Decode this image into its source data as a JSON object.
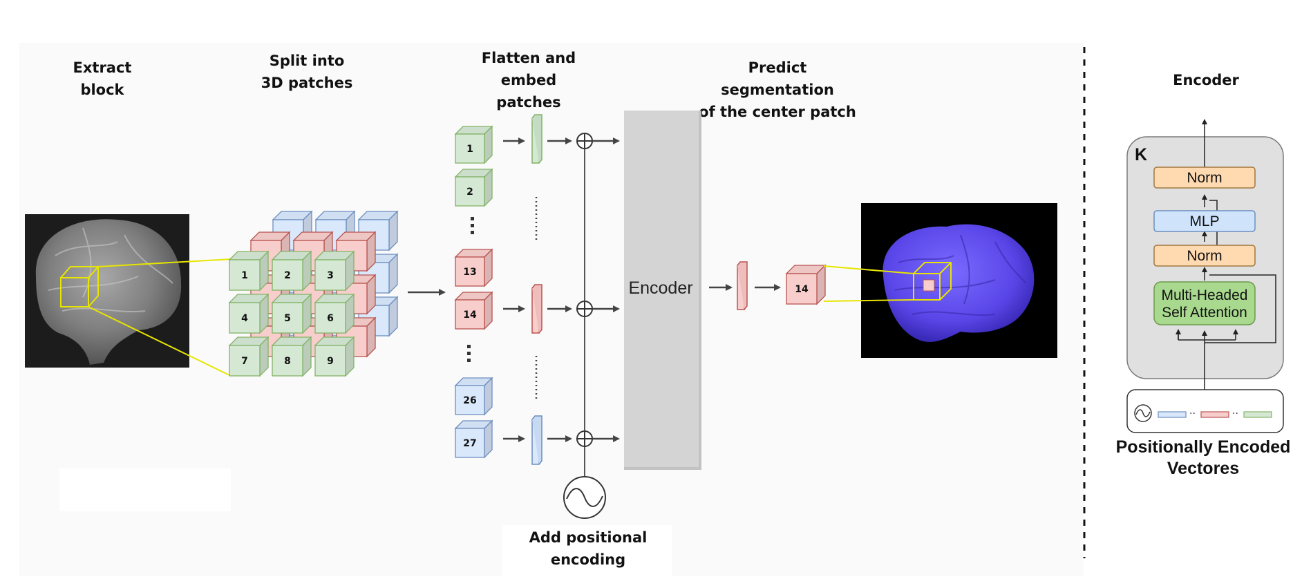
{
  "captions": {
    "extract": [
      "Extract",
      "block"
    ],
    "split": [
      "Split into",
      "3D patches"
    ],
    "flatten": [
      "Flatten and",
      "embed patches"
    ],
    "predict": [
      "Predict segmentation",
      "of the center patch"
    ],
    "positional": [
      "Add positional",
      "encoding"
    ],
    "encoder_title": "Encoder",
    "pos_vectors": [
      "Positionally Encoded",
      "Vectores"
    ]
  },
  "grid_labels": [
    "1",
    "2",
    "3",
    "4",
    "5",
    "6",
    "7",
    "8",
    "9"
  ],
  "patch_labels": {
    "p1": "1",
    "p2": "2",
    "p13": "13",
    "p14": "14",
    "p26": "26",
    "p27": "27"
  },
  "output_patch_label": "14",
  "encoder_box_label": "Encoder",
  "encoder_block": {
    "repeat_label": "K",
    "norm_top": "Norm",
    "mlp": "MLP",
    "norm_bottom": "Norm",
    "attention": [
      "Multi-Headed",
      "Self Attention"
    ]
  },
  "colors": {
    "green_fill": "#d5e8d4",
    "green_stroke": "#82b366",
    "red_fill": "#f8cecc",
    "red_stroke": "#b85450",
    "blue_fill": "#dae8fc",
    "blue_stroke": "#6c8ebf",
    "orange_fill": "#ffe6cc",
    "orange_stroke": "#d79b00",
    "encoder_gray": "#d4d4d4",
    "highlight_yellow": "#e8e500",
    "brain_purple": "#5a46e8"
  }
}
